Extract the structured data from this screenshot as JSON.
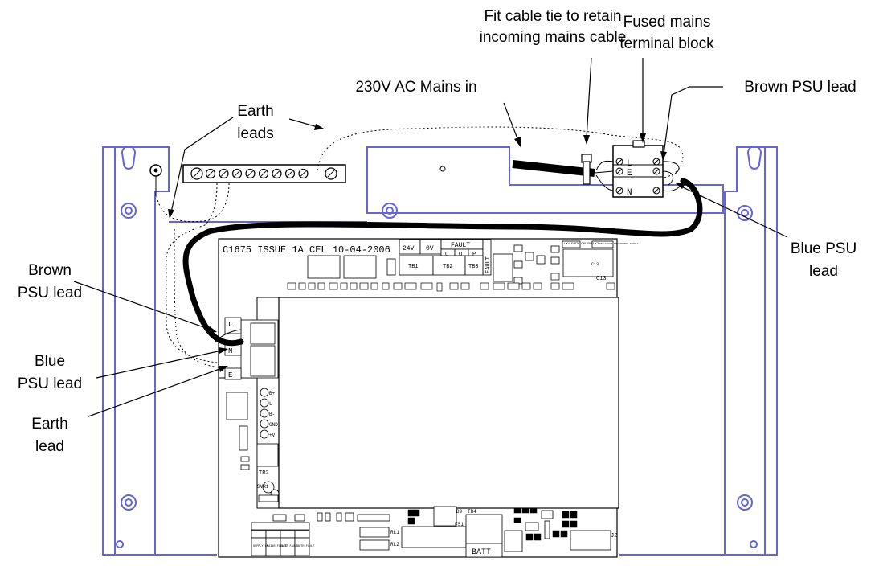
{
  "callouts": {
    "cable_tie_line1": "Fit cable tie to retain",
    "cable_tie_line2": "incoming mains cable",
    "fused_line1": "Fused mains",
    "fused_line2": "terminal block",
    "mains_in": "230V AC Mains in",
    "brown_psu_right": "Brown PSU lead",
    "earth_leads_line1": "Earth",
    "earth_leads_line2": "leads",
    "blue_psu_right_line1": "Blue PSU",
    "blue_psu_right_line2": "lead",
    "brown_psu_left_line1": "Brown",
    "brown_psu_left_line2": "PSU lead",
    "blue_psu_left_line1": "Blue",
    "blue_psu_left_line2": "PSU lead",
    "earth_lead_line1": "Earth",
    "earth_lead_line2": "lead"
  },
  "terminal_block": {
    "live": "L",
    "earth": "E",
    "neutral": "N"
  },
  "pcb": {
    "header": "C1675 ISSUE 1A   CEL 10-04-2006",
    "conn_24v": "24V",
    "conn_0v": "0V",
    "fault": "FAULT",
    "c": "C",
    "o": "O",
    "p": "P",
    "fault_vertical": "FAULT",
    "tb1": "TB1",
    "tb2": "TB2",
    "tb3": "TB3",
    "tb2_lower": "TB2",
    "tb4": "TB4",
    "c13": "C13",
    "lk1_label": "LK1",
    "earth_chk": "EARTH CHK ENABLE",
    "lk2_label": "LK2",
    "eth_fault": "ETH FAULT MONITORING ENABLE",
    "mains_l": "L",
    "mains_n": "N",
    "mains_e": "E",
    "b_plus": "B+",
    "l": "L",
    "b_minus": "B-",
    "gnd": "GND",
    "plus_v": "+V",
    "svr1": "SVR1",
    "rl1": "RL1",
    "rl2": "RL2",
    "fs1": "FS1",
    "d9": "D9",
    "batt": "BATT",
    "j2": "J2",
    "led_supply_on": "SUPPLY ON",
    "led_mains_failed": "MAINS FAILED",
    "led_batt_fault": "BATT FAULT",
    "led_earth_fault": "EARTH FAULT"
  }
}
